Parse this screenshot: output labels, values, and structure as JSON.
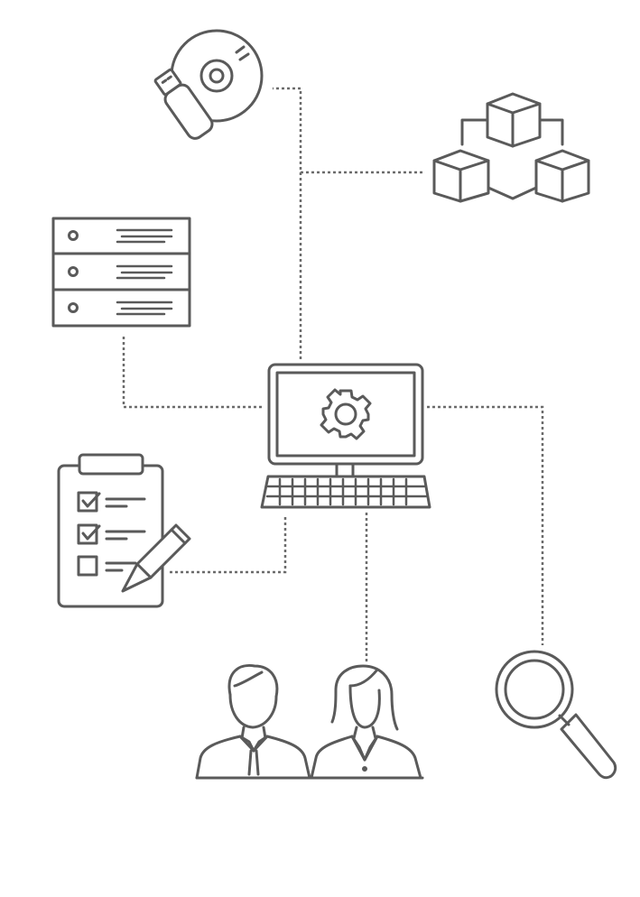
{
  "diagram": {
    "colors": {
      "stroke": "#5a5a5a",
      "connector": "#6b6b6b",
      "background": "#ffffff"
    },
    "nodes": [
      {
        "id": "computer",
        "icon": "desktop-computer-icon"
      },
      {
        "id": "media",
        "icon": "disc-and-usb-drive-icon"
      },
      {
        "id": "modules",
        "icon": "cubes-icon"
      },
      {
        "id": "server",
        "icon": "server-rack-icon"
      },
      {
        "id": "checklist",
        "icon": "clipboard-checklist-icon"
      },
      {
        "id": "people",
        "icon": "users-icon"
      },
      {
        "id": "search",
        "icon": "magnifying-glass-icon"
      }
    ],
    "connections": [
      {
        "from": "computer",
        "to": "media"
      },
      {
        "from": "computer",
        "to": "modules"
      },
      {
        "from": "computer",
        "to": "server"
      },
      {
        "from": "computer",
        "to": "checklist"
      },
      {
        "from": "computer",
        "to": "people"
      },
      {
        "from": "computer",
        "to": "search"
      }
    ]
  }
}
